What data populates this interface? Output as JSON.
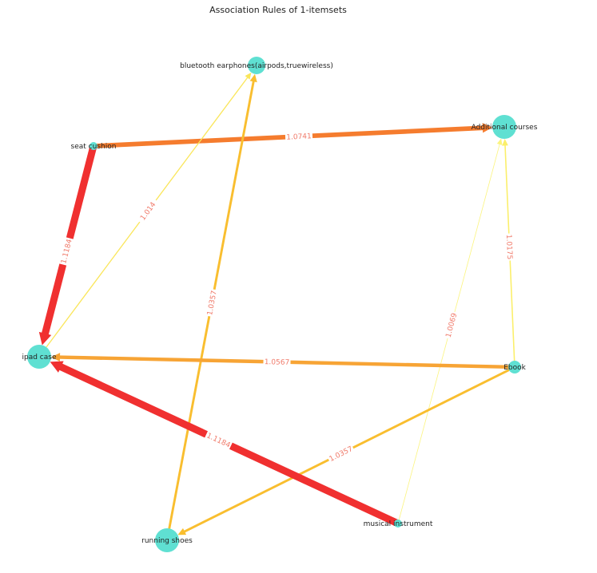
{
  "title": "Association Rules of 1-itemsets",
  "chart_data": {
    "type": "network",
    "node_color": "#5fe0d2",
    "nodes": [
      {
        "id": "bluetooth",
        "label": "bluetooth earphones(airpods,truewireless)"
      },
      {
        "id": "additional",
        "label": "Additional courses"
      },
      {
        "id": "seat",
        "label": "seat cushion"
      },
      {
        "id": "ipad",
        "label": "ipad case"
      },
      {
        "id": "ebook",
        "label": "Ebook"
      },
      {
        "id": "running",
        "label": "running shoes"
      },
      {
        "id": "musical",
        "label": "musical instrument"
      }
    ],
    "edges": [
      {
        "source": "seat",
        "target": "additional",
        "lift": "1.0741",
        "color": "#f57c2e"
      },
      {
        "source": "seat",
        "target": "ipad",
        "lift": "1.1184",
        "color": "#f03030"
      },
      {
        "source": "ipad",
        "target": "bluetooth",
        "lift": "1.014",
        "color": "#fae65a"
      },
      {
        "source": "running",
        "target": "bluetooth",
        "lift": "1.0357",
        "color": "#f9be2f"
      },
      {
        "source": "ebook",
        "target": "additional",
        "lift": "1.0175",
        "color": "#fbef6a"
      },
      {
        "source": "musical",
        "target": "additional",
        "lift": "1.0069",
        "color": "#fbf47e"
      },
      {
        "source": "ebook",
        "target": "ipad",
        "lift": "1.0567",
        "color": "#f7a435"
      },
      {
        "source": "ebook",
        "target": "running",
        "lift": "1.0357",
        "color": "#f9be2f"
      },
      {
        "source": "musical",
        "target": "ipad",
        "lift": "1.1184",
        "color": "#f03030"
      }
    ]
  }
}
